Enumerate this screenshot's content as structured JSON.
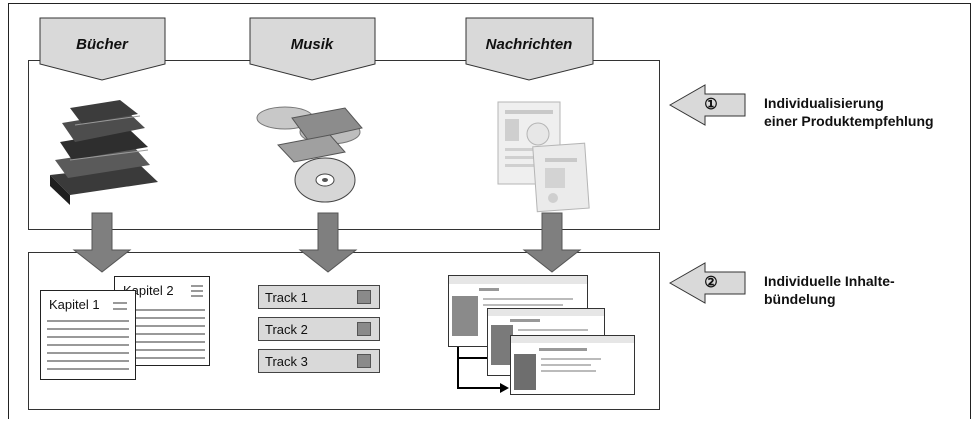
{
  "categories": [
    {
      "label": "Bücher",
      "icon": "books-icon"
    },
    {
      "label": "Musik",
      "icon": "music-cds-icon"
    },
    {
      "label": "Nachrichten",
      "icon": "newspaper-icon"
    }
  ],
  "steps": [
    {
      "number": "①",
      "line1": "Individualisierung",
      "line2": "einer Produktempfehlung"
    },
    {
      "number": "②",
      "line1": "Individuelle Inhalte-",
      "line2": "bündelung"
    }
  ],
  "book_pages": [
    "Kapitel 1",
    "Kapitel 2"
  ],
  "tracks": [
    "Track 1",
    "Track 2",
    "Track 3"
  ],
  "colors": {
    "arrow_gray": "#7f7f7f",
    "pentagon_gray": "#d9d9d9",
    "border": "#333333"
  }
}
